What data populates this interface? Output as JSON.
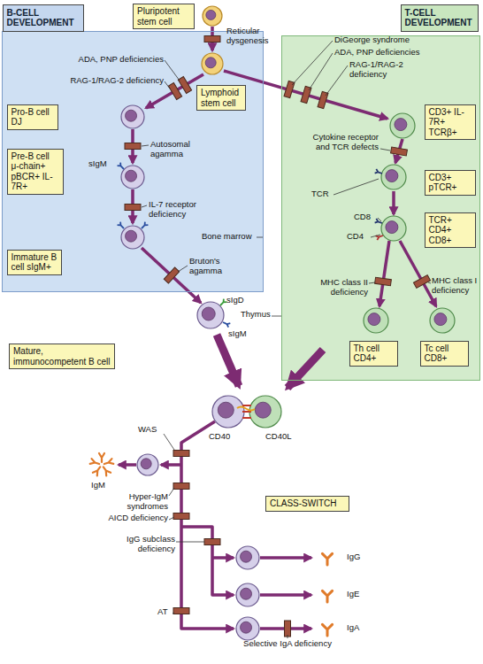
{
  "diagram": {
    "nodes": [
      {
        "text": [
          "B-CELL DEVELOPMENT"
        ]
      },
      {
        "text": [
          "Pluripotent stem cell"
        ]
      },
      {
        "text": [
          "T-CELL DEVELOPMENT"
        ]
      },
      {
        "text": [
          "Lymphoid stem cell"
        ]
      },
      {
        "text": [
          "Pro-B cell DJ"
        ],
        "in": 0
      },
      {
        "text": [
          "Pre-B cell μ-chain+ pBCR+ IL-7R+"
        ],
        "in": 0
      },
      {
        "text": [
          "Immature B cell sIgM+"
        ],
        "in": 0
      },
      {
        "text": [
          "CD3+ IL-7R+ TCRβ+"
        ],
        "in": 2
      },
      {
        "text": [
          "CD3+ pTCR+"
        ],
        "in": 2
      },
      {
        "text": [
          "TCR+ CD4+ CD8+"
        ],
        "in": 2
      },
      {
        "text": [
          "Mature, immunocompetent B cell"
        ]
      },
      {
        "text": [
          "Th cell CD4+"
        ],
        "in": 2
      },
      {
        "text": [
          "Tc cell CD8+"
        ],
        "in": 2
      },
      {
        "text": [
          "CLASS-SWITCH"
        ]
      }
    ],
    "labels": [
      "Reticular dysgenesis",
      "ADA, PNP deficiencies",
      "RAG-1/RAG-2 deficiency",
      "Bone marrow",
      "Autosomal agamma",
      "sIgM",
      "IL-7 receptor deficiency",
      "Bruton's agamma",
      "sIgD",
      "sIgM",
      "DiGeorge syndrome",
      "ADA, PNP deficiencies",
      "RAG-1/RAG-2 deficiency",
      "Thymus",
      "Cytokine receptor and TCR defects",
      "TCR",
      "CD8",
      "CD4",
      "MHC class II deficiency",
      "MHC class I deficiency",
      "CD40",
      "CD40L",
      "WAS",
      "IgM",
      "Hyper-IgM syndromes",
      "AICD deficiency",
      "IgG subclass deficiency",
      "IgG",
      "IgE",
      "IgA",
      "AT",
      "Selective IgA deficiency"
    ]
  }
}
